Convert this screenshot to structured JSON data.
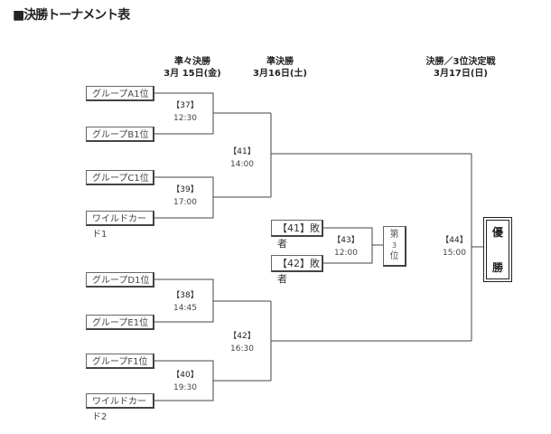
{
  "title": "■決勝トーナメント表",
  "headers": [
    {
      "round": "準々決勝",
      "date": "3月 15日(金)"
    },
    {
      "round": "準決勝",
      "date": "3月16日(土)"
    },
    {
      "round": "決勝／3位決定戦",
      "date": "3月17日(日)"
    }
  ],
  "teams": [
    "グループA1位",
    "グループB1位",
    "グループC1位",
    "ワイルドカード1",
    "グループD1位",
    "グループE1位",
    "グループF1位",
    "ワイルドカード2"
  ],
  "matches": {
    "m37": {
      "no": "【37】",
      "time": "12:30"
    },
    "m39": {
      "no": "【39】",
      "time": "17:00"
    },
    "m41": {
      "no": "【41】",
      "time": "14:00"
    },
    "m38": {
      "no": "【38】",
      "time": "14:45"
    },
    "m40": {
      "no": "【40】",
      "time": "19:30"
    },
    "m42": {
      "no": "【42】",
      "time": "16:30"
    },
    "m43": {
      "no": "【43】",
      "time": "12:00"
    },
    "m44": {
      "no": "【44】",
      "time": "15:00"
    }
  },
  "losers": [
    "【41】敗者",
    "【42】敗者"
  ],
  "third": {
    "a": "第",
    "b": "3",
    "c": "位"
  },
  "champion": {
    "a": "優",
    "b": "勝"
  }
}
